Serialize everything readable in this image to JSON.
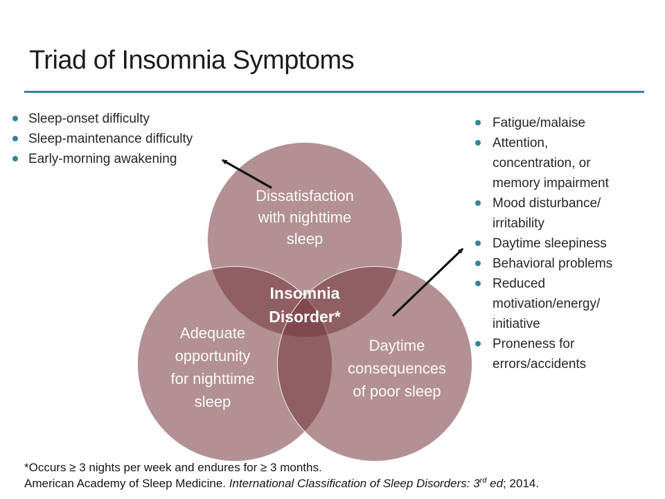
{
  "header": {
    "title": "Triad of Insomnia Symptoms"
  },
  "lists": {
    "nighttime": {
      "items": [
        "Sleep-onset difficulty",
        "Sleep-maintenance difficulty",
        "Early-morning awakening"
      ]
    },
    "daytime": {
      "items": [
        "Fatigue/malaise",
        "Attention,\nconcentration, or\nmemory impairment",
        "Mood disturbance/\nirritability",
        "Daytime sleepiness",
        "Behavioral problems",
        "Reduced\nmotivation/energy/\ninitiative",
        "Proneness for\nerrors/accidents"
      ]
    }
  },
  "venn": {
    "top_circle": "Dissatisfaction\nwith nighttime\nsleep",
    "bottom_left_circle": "Adequate\nopportunity\nfor nighttime\nsleep",
    "bottom_right_circle": "Daytime\nconsequences\nof poor sleep",
    "center": "Insomnia\nDisorder*"
  },
  "footer": {
    "note": "*Occurs ≥ 3 nights per week and endures for ≥ 3 months.",
    "citation": {
      "prefix": "American Academy of Sleep Medicine. ",
      "italic_1": "International Classification of Sleep Disorders: 3",
      "superscript": "rd",
      "italic_2": " ed",
      "suffix": "; 2014."
    }
  },
  "colors": {
    "accent_teal": "#31849b",
    "circle_mauve": "#b29093",
    "pairwise_overlap": "#906569",
    "triple_overlap": "#7a4449",
    "text_ink": "#212121",
    "arrow_black": "#111111"
  }
}
